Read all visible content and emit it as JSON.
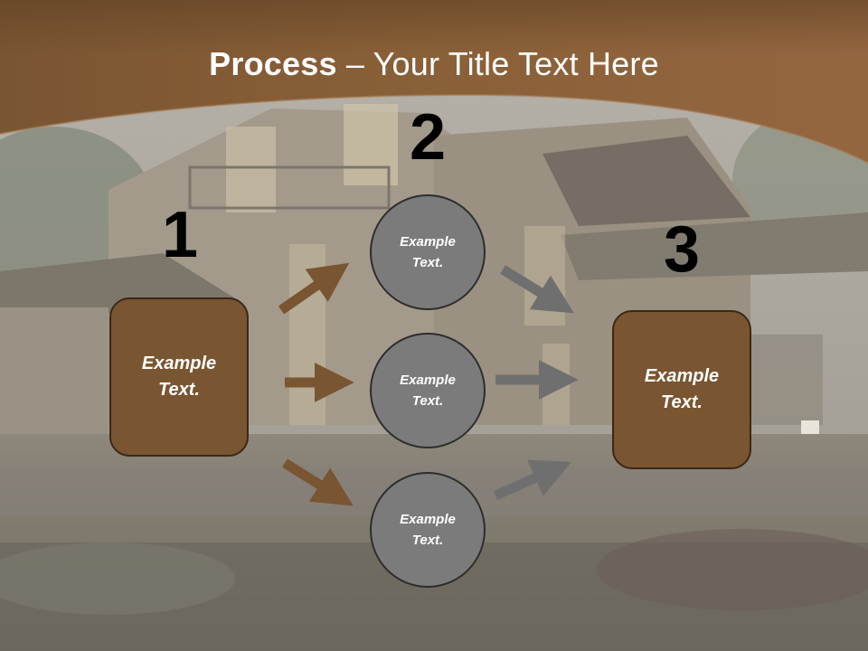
{
  "title": {
    "bold": "Process",
    "rest": " – Your Title Text Here"
  },
  "steps": {
    "one": "1",
    "two": "2",
    "three": "3"
  },
  "boxes": {
    "left": "Example Text.",
    "right": "Example Text."
  },
  "circles": [
    {
      "label": "Example Text."
    },
    {
      "label": "Example Text."
    },
    {
      "label": "Example Text."
    }
  ],
  "colors": {
    "header": "#7a5532",
    "box_fill": "#7a5531",
    "circle_fill": "#7b7b7b",
    "arrow_brown": "#7a5532",
    "arrow_gray": "#6f6f6f"
  }
}
